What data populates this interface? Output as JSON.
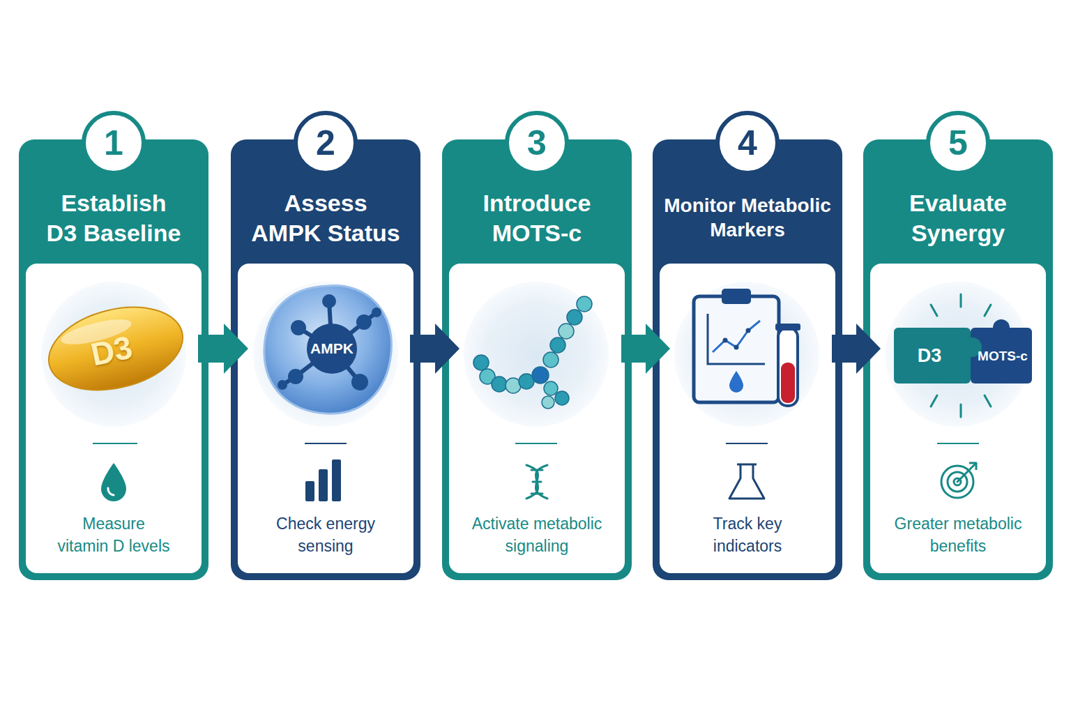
{
  "diagram": {
    "nodes": [
      {
        "text": [
          "Establish D3 Baseline"
        ]
      },
      {
        "text": [
          "1"
        ],
        "in": 0
      },
      {
        "text": [
          "Measure vitamin D levels"
        ],
        "in": 0
      },
      {
        "text": [
          "Assess AMPK Status"
        ]
      },
      {
        "text": [
          "2"
        ],
        "in": 3
      },
      {
        "text": [
          "Check energy sensing"
        ],
        "in": 3
      },
      {
        "text": [
          "Introduce MOTS-c"
        ]
      },
      {
        "text": [
          "3"
        ],
        "in": 6
      },
      {
        "text": [
          "Activate metabolic signaling"
        ],
        "in": 6
      },
      {
        "text": [
          "Monitor Metabolic Markers"
        ]
      },
      {
        "text": [
          "4"
        ],
        "in": 9
      },
      {
        "text": [
          "Track key indicators"
        ],
        "in": 9
      },
      {
        "text": [
          "Evaluate Synergy"
        ]
      },
      {
        "text": [
          "5"
        ],
        "in": 12
      },
      {
        "text": [
          "Greater metabolic benefits"
        ],
        "in": 12
      }
    ],
    "edges": [
      {
        "from": 0,
        "to": 3,
        "arrow": "to"
      },
      {
        "from": 3,
        "to": 6,
        "arrow": "to"
      },
      {
        "from": 6,
        "to": 9,
        "arrow": "to"
      },
      {
        "from": 9,
        "to": 12,
        "arrow": "to"
      }
    ],
    "labels": [
      "D3",
      "AMPK",
      "D3",
      "MOTS-c"
    ]
  }
}
